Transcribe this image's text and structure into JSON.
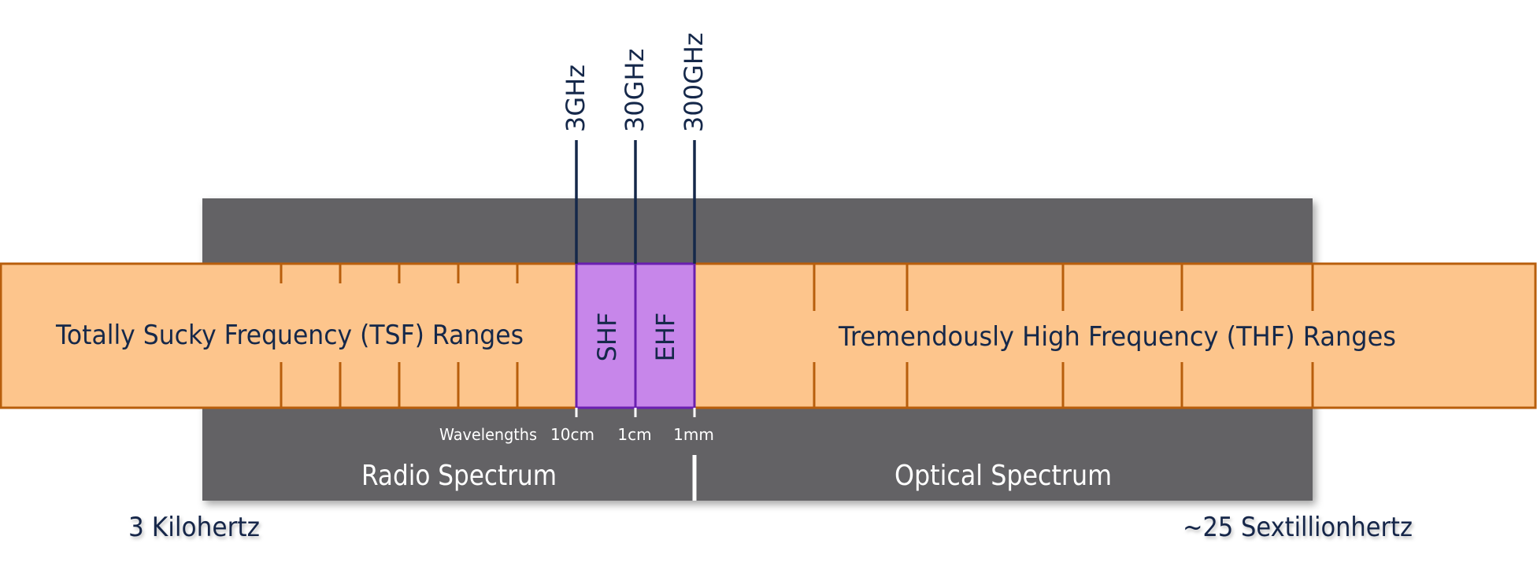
{
  "labels": {
    "tsf": "Totally Sucky Frequency (TSF) Ranges",
    "thf": "Tremendously High Frequency  (THF) Ranges",
    "shf": "SHF",
    "ehf": "EHF",
    "radio": "Radio Spectrum",
    "optical": "Optical Spectrum",
    "wavelengths": "Wavelengths",
    "wl_10cm": "10cm",
    "wl_1cm": "1cm",
    "wl_1mm": "1mm",
    "f_3ghz": "3GHz",
    "f_30ghz": "30GHz",
    "f_300ghz": "300GHz",
    "low_end": "3 Kilohertz",
    "high_end": "~25 Sextillionhertz"
  },
  "colors": {
    "band_fill": "#fdc58c",
    "band_stroke": "#b85e0c",
    "panel": "#646265",
    "purple_fill": "#c786ea",
    "purple_stroke": "#6a1fb0",
    "navy": "#15284a",
    "white": "#ffffff"
  }
}
